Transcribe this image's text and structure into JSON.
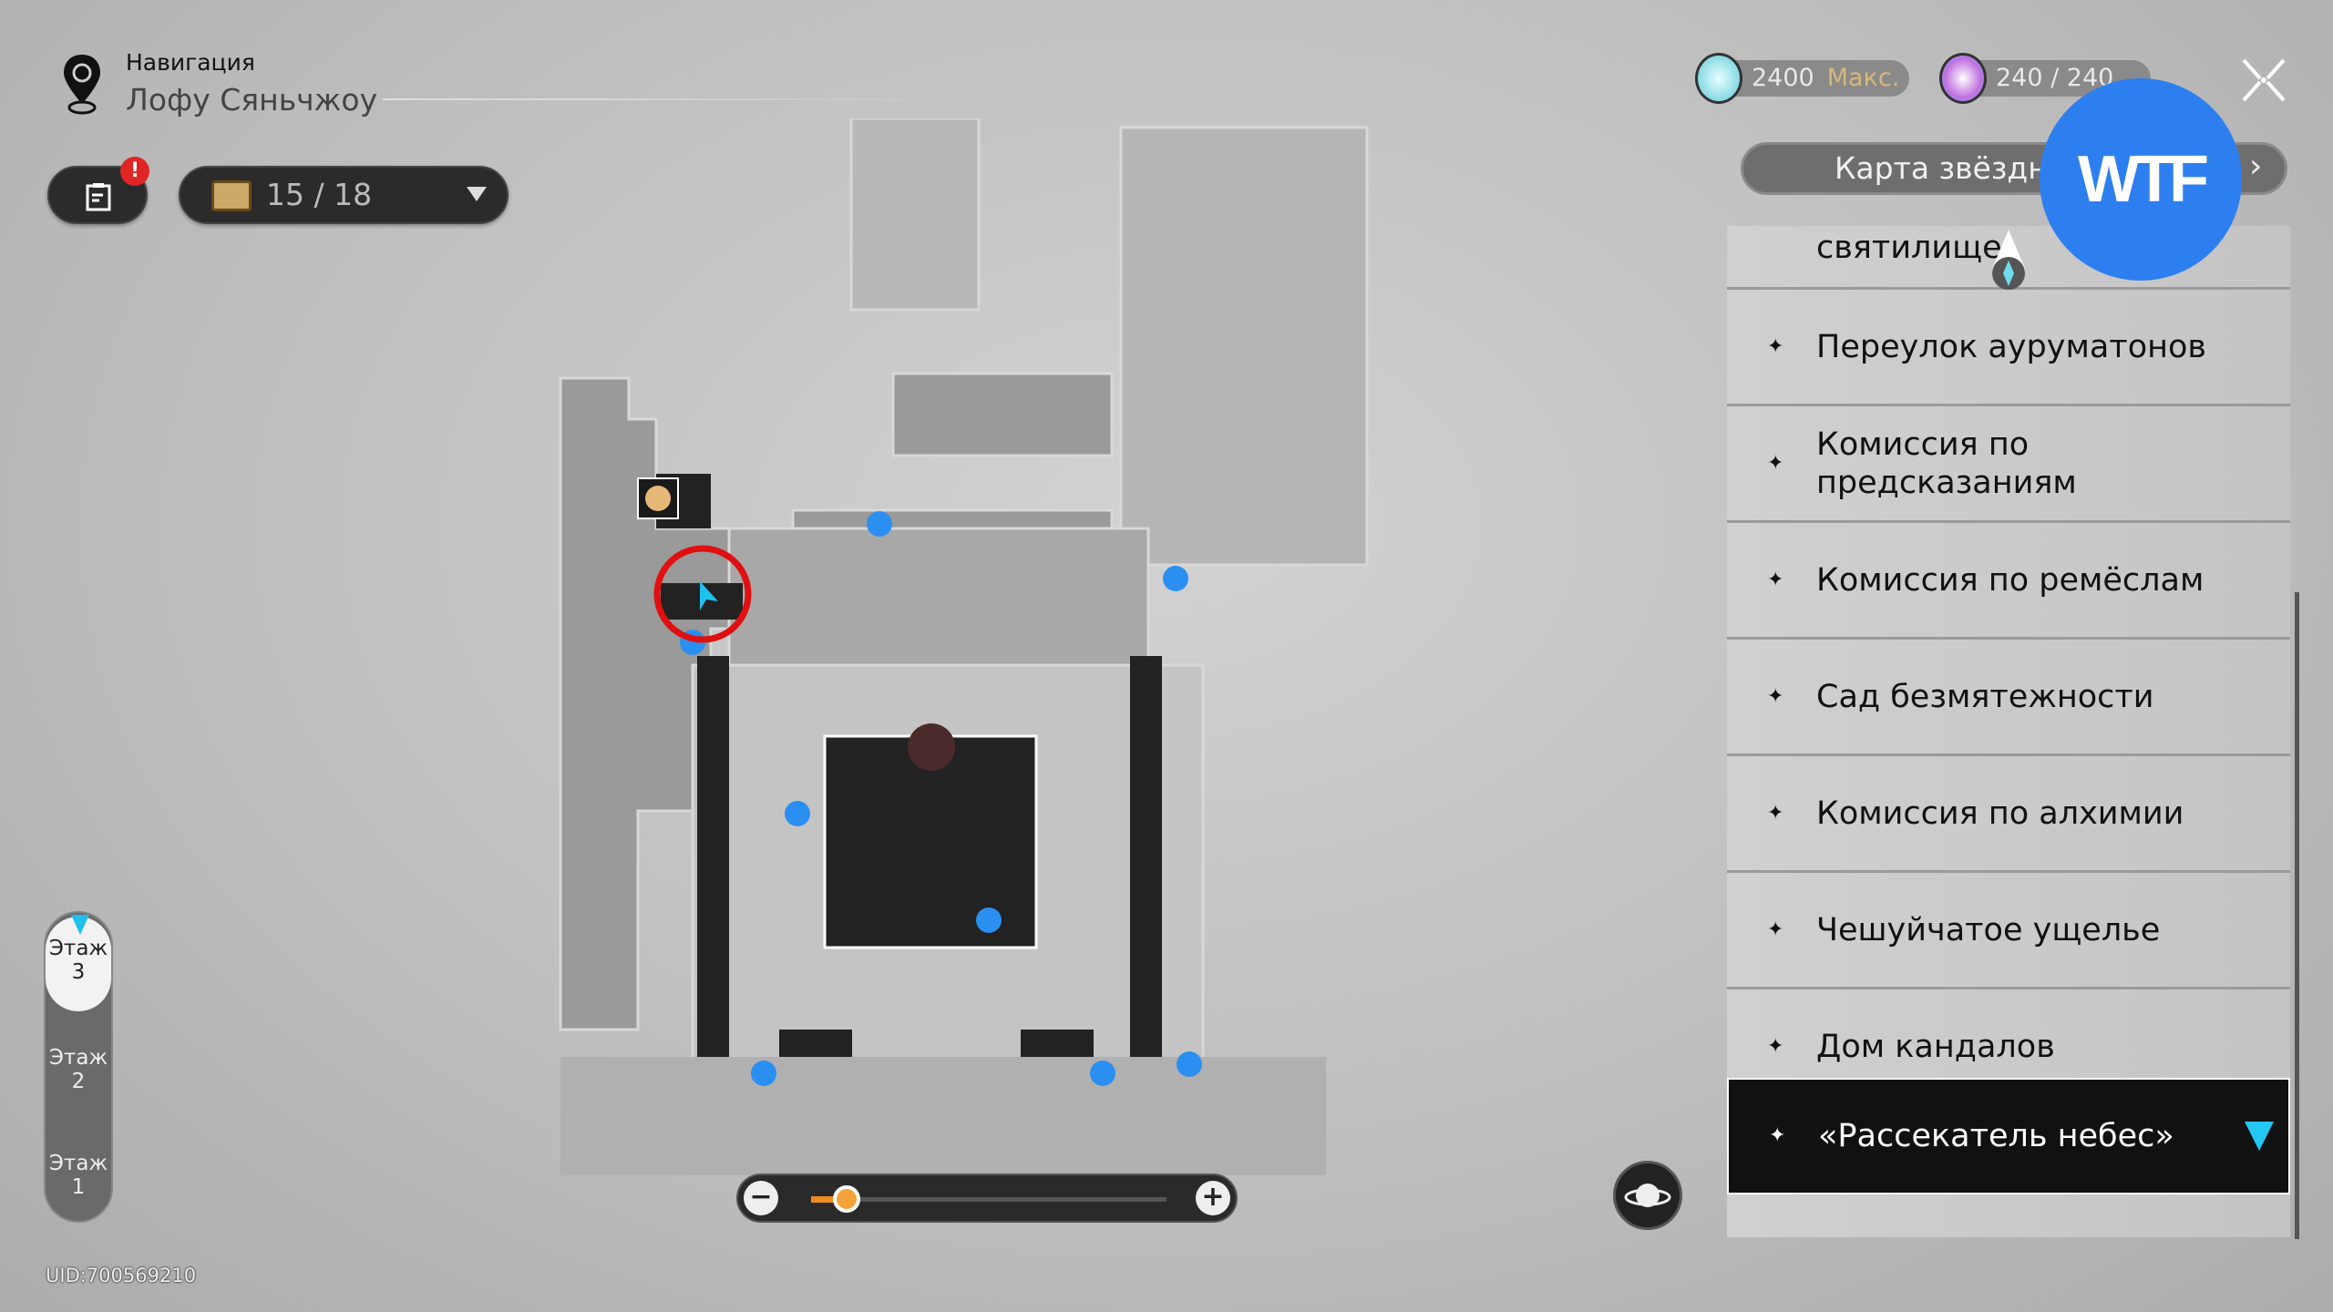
{
  "header": {
    "title": "Навигация",
    "location": "Лофу Сяньчжоу"
  },
  "toolbar": {
    "notes_badge": "!",
    "chest_count": "15 / 18"
  },
  "currency": [
    {
      "value": "2400",
      "suffix": "Макс.",
      "icon": "stellar-jade-icon"
    },
    {
      "value": "240 / 240",
      "icon": "trailblaze-power-icon"
    }
  ],
  "starmap_button": "Карта звёздн",
  "overlay_badge": "WTF",
  "locations": [
    {
      "label": "святилище"
    },
    {
      "label": "Переулок аурумато­нов"
    },
    {
      "label": "Комиссия по предсказаниям"
    },
    {
      "label": "Комиссия по ремёслам"
    },
    {
      "label": "Сад безмятежности"
    },
    {
      "label": "Комиссия по алхимии"
    },
    {
      "label": "Чешуйчатое ущелье"
    },
    {
      "label": "Дом кандалов"
    },
    {
      "label": "«Рассекатель небес»",
      "selected": true
    }
  ],
  "floors": [
    {
      "label": "Этаж",
      "num": "3",
      "active": true
    },
    {
      "label": "Этаж",
      "num": "2"
    },
    {
      "label": "Этаж",
      "num": "1"
    }
  ],
  "zoom": {
    "minus": "−",
    "plus": "+",
    "level": 0.1
  },
  "uid": "UID:700569210",
  "colors": {
    "accent": "#23c7f2",
    "badge": "#2d7ff0",
    "zoom": "#f08a1e",
    "alert": "#e02525"
  }
}
